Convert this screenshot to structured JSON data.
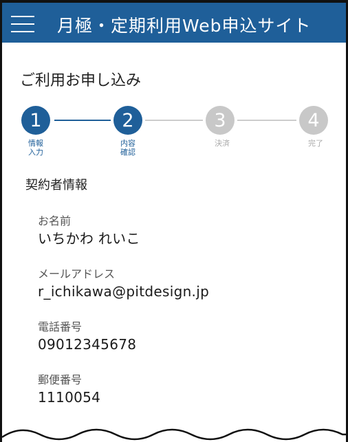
{
  "header": {
    "title": "月極・定期利用Web申込サイト",
    "menu_icon": "hamburger-menu-icon",
    "bg_color": "#1f5f99"
  },
  "page_title": "ご利用お申し込み",
  "stepper": {
    "steps": [
      {
        "number": "1",
        "label_line1": "情報",
        "label_line2": "入力",
        "state": "active"
      },
      {
        "number": "2",
        "label_line1": "内容",
        "label_line2": "確認",
        "state": "active"
      },
      {
        "number": "3",
        "label_line1": "決済",
        "label_line2": "",
        "state": "inactive"
      },
      {
        "number": "4",
        "label_line1": "完了",
        "label_line2": "",
        "state": "inactive"
      }
    ],
    "active_color": "#1f5f99",
    "inactive_color": "#c8c8c8"
  },
  "section": {
    "title": "契約者情報",
    "fields": [
      {
        "label": "お名前",
        "value": "いちかわ れいこ"
      },
      {
        "label": "メールアドレス",
        "value": "r_ichikawa@pitdesign.jp"
      },
      {
        "label": "電話番号",
        "value": "09012345678"
      },
      {
        "label": "郵便番号",
        "value": "1110054"
      }
    ]
  }
}
